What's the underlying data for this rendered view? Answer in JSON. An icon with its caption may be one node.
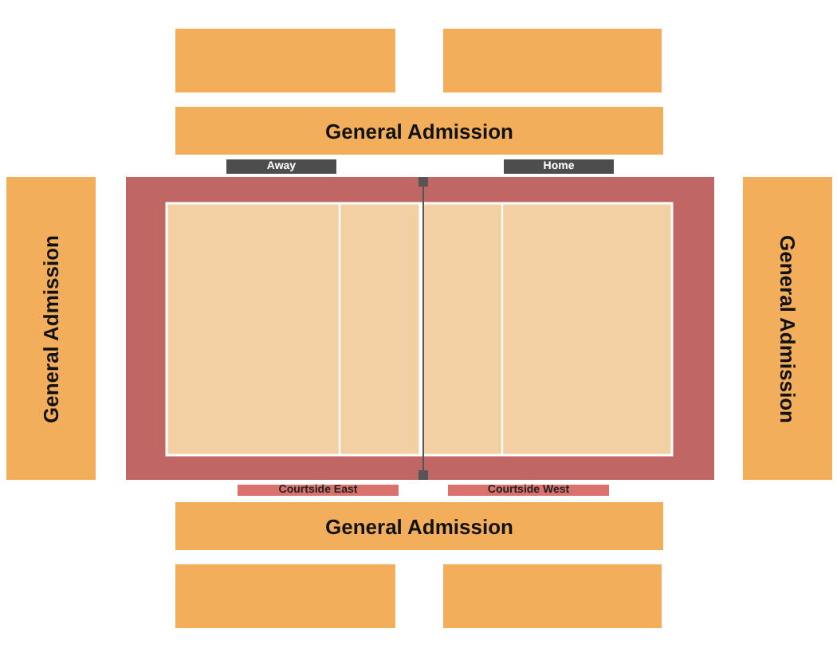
{
  "diagram": {
    "nodes": [
      {
        "text": [],
        "shape": "box"
      },
      {
        "text": [],
        "shape": "box"
      },
      {
        "text": [
          "General Admission"
        ]
      },
      {
        "text": [
          "Away"
        ]
      },
      {
        "text": [
          "Home"
        ]
      },
      {
        "text": [
          "General Admission"
        ]
      },
      {
        "text": [],
        "shape": "box"
      },
      {
        "text": [
          "General Admission"
        ]
      },
      {
        "text": [
          "Courtside East"
        ]
      },
      {
        "text": [
          "Courtside West"
        ]
      },
      {
        "text": [
          "General Admission"
        ]
      },
      {
        "text": [],
        "shape": "box"
      },
      {
        "text": [],
        "shape": "box"
      }
    ]
  }
}
